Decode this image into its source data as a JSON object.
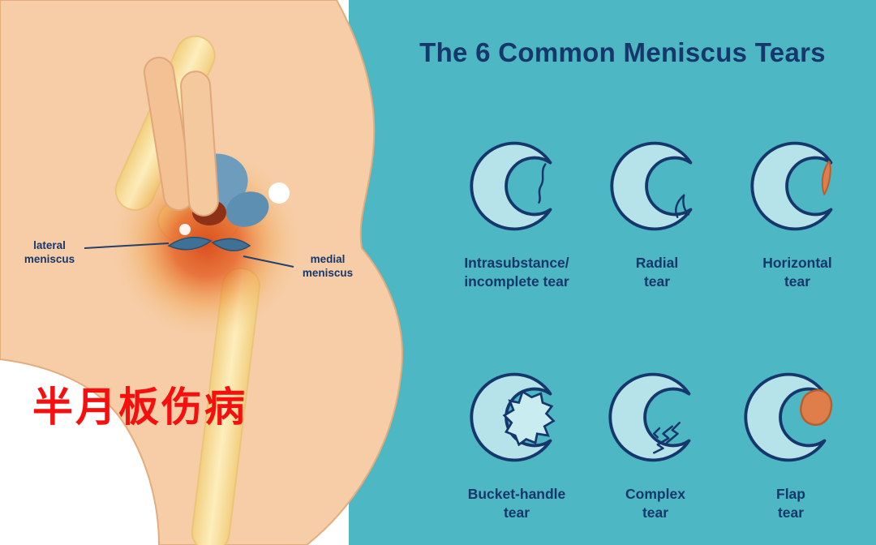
{
  "colors": {
    "teal_bg": "#4db7c3",
    "navy": "#16376b",
    "crescent_fill": "#b5e3e9",
    "tear_orange": "#e07e4b",
    "caption_red": "#f50f0f",
    "skin": "#f6cda7"
  },
  "left_panel": {
    "caption": "半月板伤病",
    "lateral_label": {
      "line1": "lateral",
      "line2": "meniscus"
    },
    "medial_label": {
      "line1": "medial",
      "line2": "meniscus"
    }
  },
  "right_panel": {
    "title": "The 6 Common Meniscus Tears",
    "tears": [
      {
        "name": "intrasubstance",
        "icon": "meniscus-intrasubstance-tear-icon",
        "line1": "Intrasubstance/",
        "line2": "incomplete tear"
      },
      {
        "name": "radial",
        "icon": "meniscus-radial-tear-icon",
        "line1": "Radial",
        "line2": "tear"
      },
      {
        "name": "horizontal",
        "icon": "meniscus-horizontal-tear-icon",
        "line1": "Horizontal",
        "line2": "tear"
      },
      {
        "name": "bucket-handle",
        "icon": "meniscus-bucket-handle-tear-icon",
        "line1": "Bucket-handle",
        "line2": "tear"
      },
      {
        "name": "complex",
        "icon": "meniscus-complex-tear-icon",
        "line1": "Complex",
        "line2": "tear"
      },
      {
        "name": "flap",
        "icon": "meniscus-flap-tear-icon",
        "line1": "Flap",
        "line2": "tear"
      }
    ]
  }
}
